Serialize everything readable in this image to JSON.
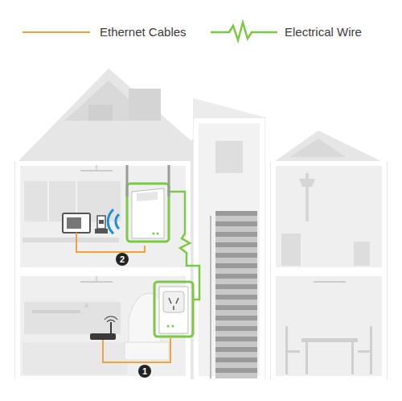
{
  "diagram": {
    "labels": [
      "2",
      "1"
    ],
    "legend": [
      {
        "text": "Ethernet Cables"
      },
      {
        "text": "Electrical Wire"
      }
    ]
  }
}
